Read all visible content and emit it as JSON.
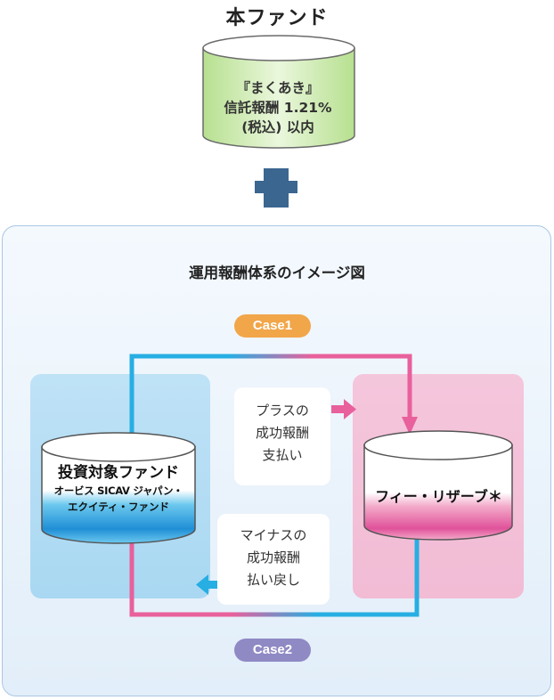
{
  "top": {
    "title": "本ファンド",
    "fund_line1": "『まくあき』",
    "fund_line2": "信託報酬 1.21%",
    "fund_line3": "(税込) 以内"
  },
  "panel": {
    "title": "運用報酬体系のイメージ図",
    "case1": "Case1",
    "case2": "Case2",
    "plus_note": [
      "プラスの",
      "成功報酬",
      "支払い"
    ],
    "minus_note": [
      "マイナスの",
      "成功報酬",
      "払い戻し"
    ],
    "invest_fund_title": "投資対象ファンド",
    "invest_fund_sub1": "オービス SICAV ジャパン・",
    "invest_fund_sub2": "エクイティ・ファンド",
    "reserve_label": "フィー・リザーブ＊"
  },
  "colors": {
    "blue": "#27aee3",
    "pink": "#e8609c",
    "plus_sign": "#3b6690",
    "cylinder_green": "#c6e8a9",
    "case1": "#f1a64a",
    "case2": "#8f89c4"
  }
}
